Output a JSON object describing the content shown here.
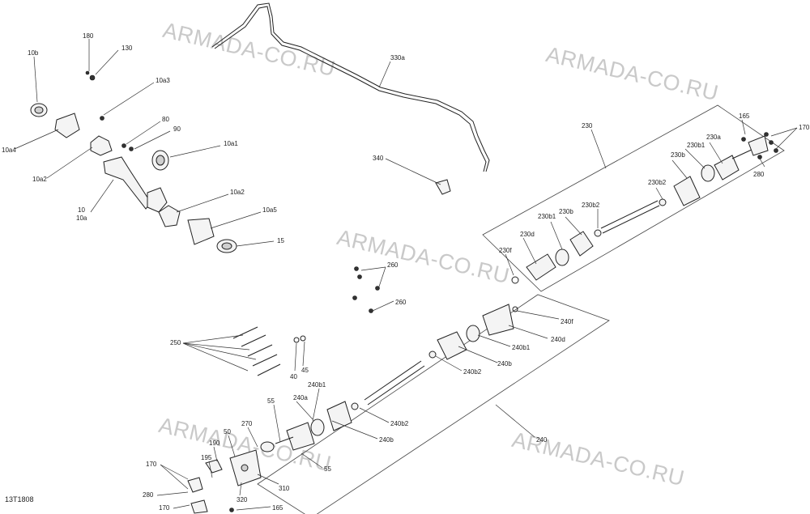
{
  "watermark": "ARMADA-CO.RU",
  "reference": "13T1808",
  "labels": {
    "l180": "180",
    "l130": "130",
    "l10b": "10b",
    "l10a3": "10a3",
    "l10a4": "10a4",
    "l80": "80",
    "l90": "90",
    "l10a2": "10a2",
    "l10a1": "10a1",
    "l10": "10",
    "l10a": "10a",
    "l10a2b": "10a2",
    "l10a5": "10a5",
    "l15": "15",
    "l330a": "330a",
    "l340": "340",
    "l230": "230",
    "l165": "165",
    "l170": "170",
    "l280": "280",
    "l230a": "230a",
    "l230b1": "230b1",
    "l230b": "230b",
    "l230b2": "230b2",
    "l230b_2": "230b",
    "l230b2_2": "230b2",
    "l230b1_2": "230b1",
    "l230d": "230d",
    "l230f": "230f",
    "l260": "260",
    "l260b": "260",
    "l250": "250",
    "l40": "40",
    "l45": "45",
    "l240f": "240f",
    "l240d": "240d",
    "l240b1": "240b1",
    "l240b": "240b",
    "l240b2": "240b2",
    "l240b1_2": "240b1",
    "l240a": "240a",
    "l240b2_2": "240b2",
    "l240b_2": "240b",
    "l240": "240",
    "l55": "55",
    "l55b": "55",
    "l270": "270",
    "l50": "50",
    "l190": "190",
    "l195": "195",
    "l310": "310",
    "l320": "320",
    "l170b": "170",
    "l280b": "280",
    "l170c": "170",
    "l165b": "165"
  }
}
